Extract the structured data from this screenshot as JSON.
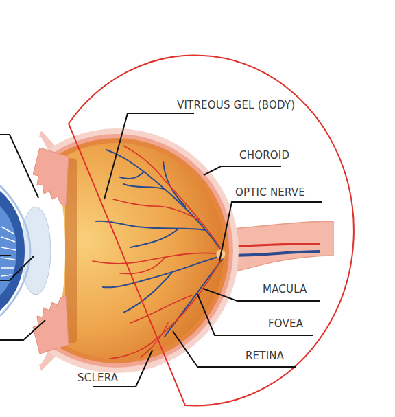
{
  "diagram": {
    "labels": [
      "VITREOUS GEL (BODY)",
      "CHOROID",
      "OPTIC NERVE",
      "MACULA",
      "FOVEA",
      "RETINA",
      "SCLERA"
    ]
  }
}
